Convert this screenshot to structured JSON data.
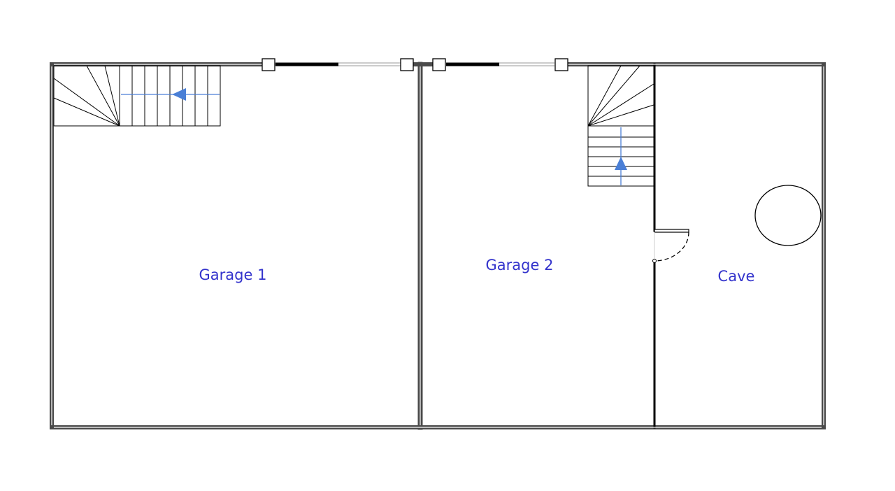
{
  "rooms": {
    "garage1": {
      "label": "Garage 1"
    },
    "garage2": {
      "label": "Garage 2"
    },
    "cave": {
      "label": "Cave"
    }
  },
  "colors": {
    "wall": "#4a4a4a",
    "line": "#000000",
    "label": "#3333cc",
    "stair_arrow": "#4a7fd6",
    "glass": "#d8d8d8"
  }
}
